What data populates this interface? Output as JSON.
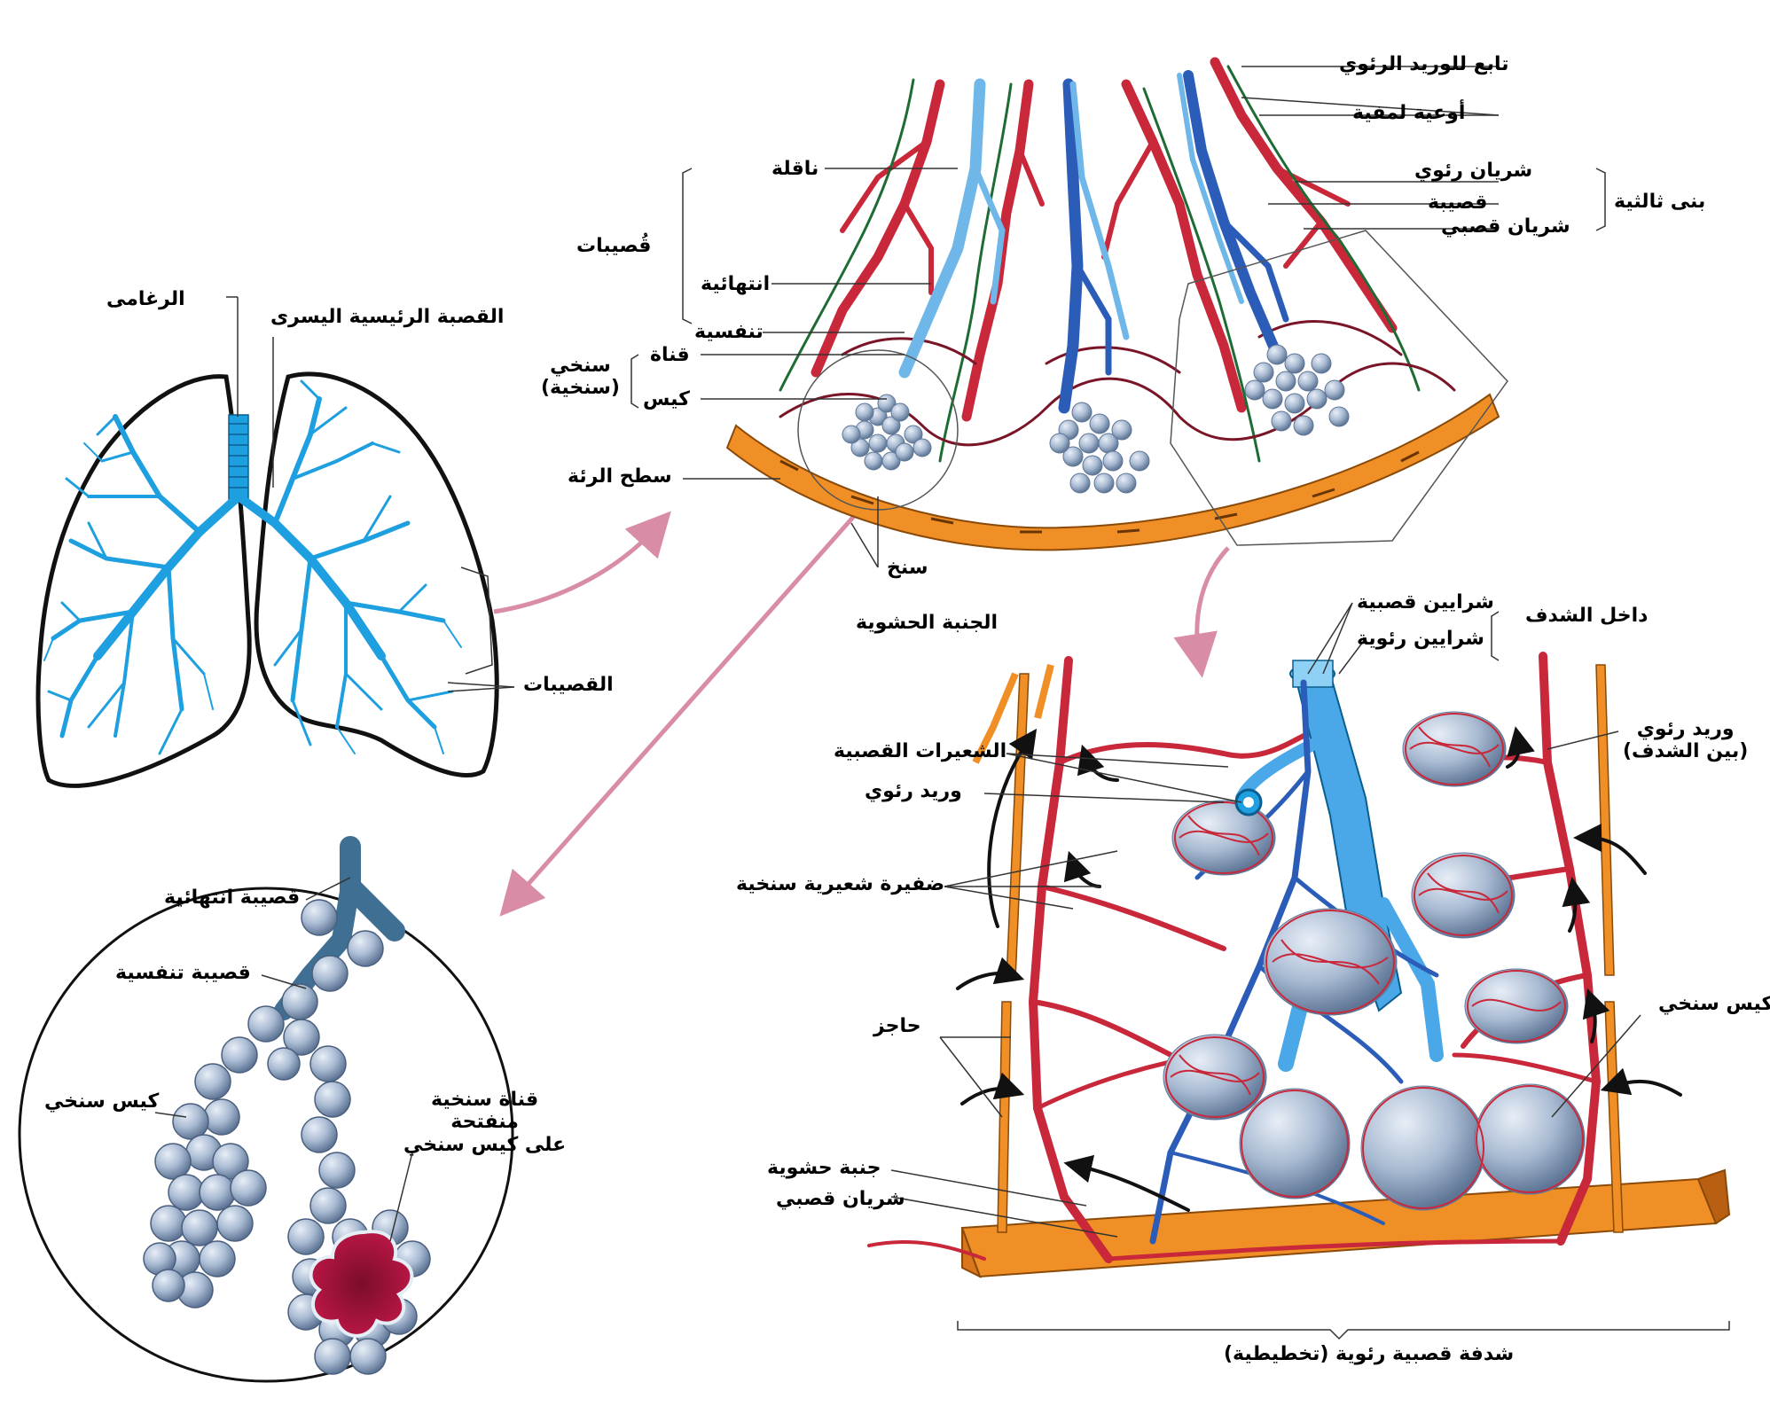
{
  "lungs": {
    "trachea": "الرغامى",
    "left_main_bronchus": "القصبة الرئيسية اليسرى",
    "bronchioles": "القصيبات"
  },
  "lobule": {
    "bronchioles_group": "قُصيبات",
    "conducting": "ناقلة",
    "terminal": "انتهائية",
    "respiratory": "تنفسية",
    "alveolar_group_1": "سنخي",
    "alveolar_group_2": "(سنخية)",
    "duct": "قناة",
    "sac": "كيس",
    "lung_surface": "سطح الرئة",
    "alveolus": "سنخ",
    "visceral_pleura": "الجنبة الحشوية",
    "pulmonary_vein_tributary": "تابع للوريد الرئوي",
    "lymph_vessels": "أوعية لمفية",
    "pulmonary_artery": "شريان رئوي",
    "bronchiole": "قصيبة",
    "bronchial_artery": "شريان قصبي",
    "tertiary_structures": "بنى ثالثية"
  },
  "circle_detail": {
    "terminal_bronchiole": "قصيبة انتهائية",
    "respiratory_bronchiole": "قصيبة تنفسية",
    "alveolar_sac": "كيس سنخي",
    "duct_line1": "قناة سنخية",
    "duct_line2": "منفتحة",
    "duct_line3": "على كيس سنخي"
  },
  "segment": {
    "intrasegmental": "داخل الشدف",
    "bronchial_arteries": "شرايين قصبية",
    "pulmonary_arteries": "شرايين رئوية",
    "bronchial_capillaries": "الشعيرات القصبية",
    "pulmonary_vein": "وريد رئوي",
    "alveolar_capillary_plexus": "ضفيرة شعيرية سنخية",
    "septum": "حاجز",
    "visceral_pleura": "جنبة حشوية",
    "bronchial_artery": "شريان قصبي",
    "pulmonary_vein_intersegmental_1": "وريد رئوي",
    "pulmonary_vein_intersegmental_2": "(بين الشدف)",
    "alveolar_sac": "كيس سنخي",
    "caption": "شدفة قصبية رئوية  (تخطيطية)"
  },
  "colors": {
    "airway_blue": "#1e9fe0",
    "artery_red": "#c8283a",
    "vein_blue": "#2b5db8",
    "lymph_green": "#1e6b34",
    "pleura_orange": "#ef8f25",
    "alveolus_grey": "#9fb3cc",
    "arrow_pink": "#d98ca6"
  }
}
